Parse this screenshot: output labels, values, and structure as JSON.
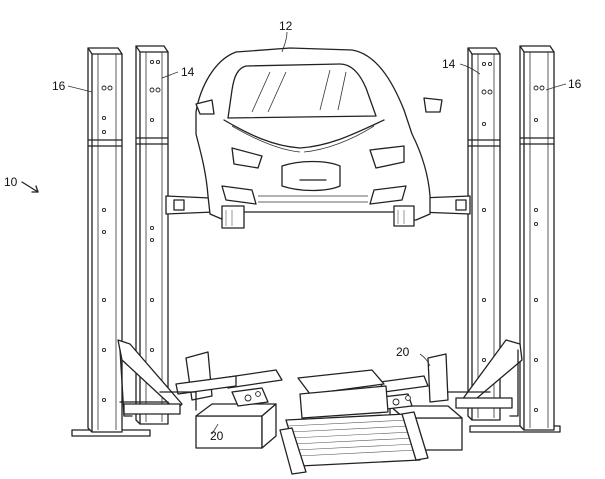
{
  "labels": {
    "system": "10",
    "vehicle": "12",
    "post_inner_left": "14",
    "post_inner_right": "14",
    "post_outer_left": "16",
    "post_outer_right": "16",
    "cart_left": "20",
    "cart_right": "20"
  }
}
